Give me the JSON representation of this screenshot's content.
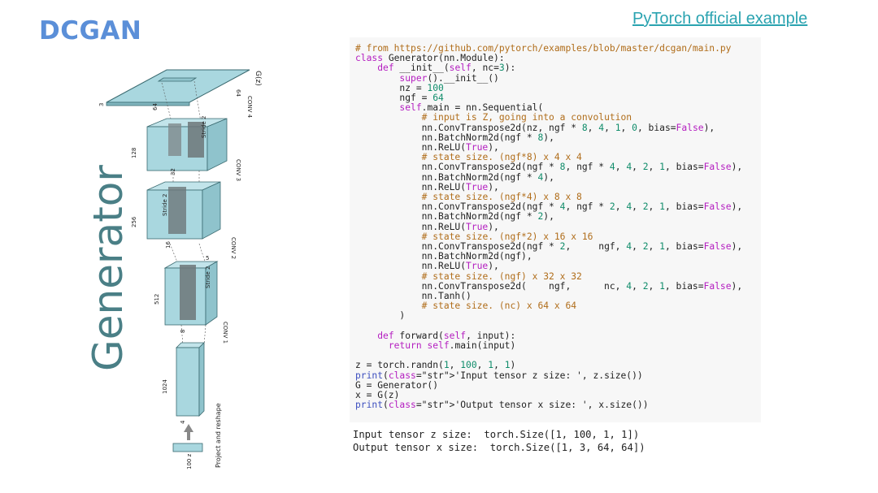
{
  "slide": {
    "title": "DCGAN",
    "link_text": "PyTorch official example"
  },
  "diagram": {
    "heading": "Generator",
    "labels": {
      "gz": "G(z)",
      "conv4": "CONV 4",
      "conv3": "CONV 3",
      "conv2": "CONV 2",
      "conv1": "CONV 1",
      "project": "Project and reshape",
      "z": "100 z",
      "stride2": "Stride 2",
      "d3": "3",
      "d64": "64",
      "d128": "128",
      "d32": "32",
      "d256": "256",
      "d16": "16",
      "d512": "512",
      "d8": "8",
      "d1024": "1024",
      "d4": "4",
      "d5": "5"
    }
  },
  "code": {
    "lines": [
      "# from https://github.com/pytorch/examples/blob/master/dcgan/main.py",
      "class Generator(nn.Module):",
      "    def __init__(self, nc=3):",
      "        super().__init__()",
      "        nz = 100",
      "        ngf = 64",
      "        self.main = nn.Sequential(",
      "            # input is Z, going into a convolution",
      "            nn.ConvTranspose2d(nz, ngf * 8, 4, 1, 0, bias=False),",
      "            nn.BatchNorm2d(ngf * 8),",
      "            nn.ReLU(True),",
      "            # state size. (ngf*8) x 4 x 4",
      "            nn.ConvTranspose2d(ngf * 8, ngf * 4, 4, 2, 1, bias=False),",
      "            nn.BatchNorm2d(ngf * 4),",
      "            nn.ReLU(True),",
      "            # state size. (ngf*4) x 8 x 8",
      "            nn.ConvTranspose2d(ngf * 4, ngf * 2, 4, 2, 1, bias=False),",
      "            nn.BatchNorm2d(ngf * 2),",
      "            nn.ReLU(True),",
      "            # state size. (ngf*2) x 16 x 16",
      "            nn.ConvTranspose2d(ngf * 2,     ngf, 4, 2, 1, bias=False),",
      "            nn.BatchNorm2d(ngf),",
      "            nn.ReLU(True),",
      "            # state size. (ngf) x 32 x 32",
      "            nn.ConvTranspose2d(    ngf,      nc, 4, 2, 1, bias=False),",
      "            nn.Tanh()",
      "            # state size. (nc) x 64 x 64",
      "        )",
      "",
      "    def forward(self, input):",
      "      return self.main(input)",
      "",
      "z = torch.randn(1, 100, 1, 1)",
      "print('Input tensor z size: ', z.size())",
      "G = Generator()",
      "x = G(z)",
      "print('Output tensor x size: ', x.size())"
    ],
    "output": [
      "Input tensor z size:  torch.Size([1, 100, 1, 1])",
      "Output tensor x size:  torch.Size([1, 3, 64, 64])"
    ]
  },
  "colors": {
    "title": "#5b8fd8",
    "link": "#2aa3b0",
    "generator_text": "#4a7f86",
    "block_fill": "#a9d7df",
    "block_stroke": "#3a6a70",
    "inner_block": "#7f8a8c"
  }
}
